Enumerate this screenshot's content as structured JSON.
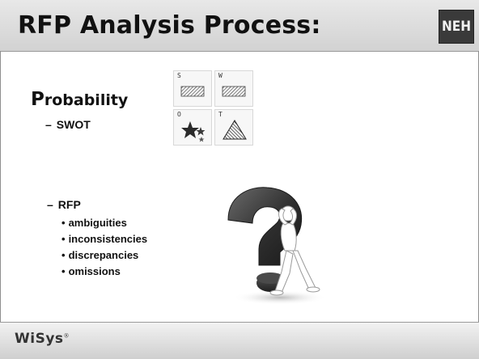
{
  "slide": {
    "title": "RFP Analysis Process:",
    "logo_text": "NEH"
  },
  "content": {
    "heading_initial": "P",
    "heading_rest": "robability",
    "swot_item": "SWOT",
    "rfp_item": "RFP",
    "dash": "–",
    "bullet_glyph": "•",
    "bullets": [
      "ambiguities",
      "inconsistencies",
      "discrepancies",
      "omissions"
    ]
  },
  "swot_grid": {
    "cells": [
      {
        "letter": "S",
        "icon": "hatched-bar-icon"
      },
      {
        "letter": "W",
        "icon": "hatched-bar-icon"
      },
      {
        "letter": "O",
        "icon": "stars-icon"
      },
      {
        "letter": "T",
        "icon": "triangle-icon"
      }
    ]
  },
  "illustration": {
    "icon": "question-mark-figure-icon"
  },
  "footer": {
    "logo_text": "WiSys",
    "trademark": "®"
  }
}
